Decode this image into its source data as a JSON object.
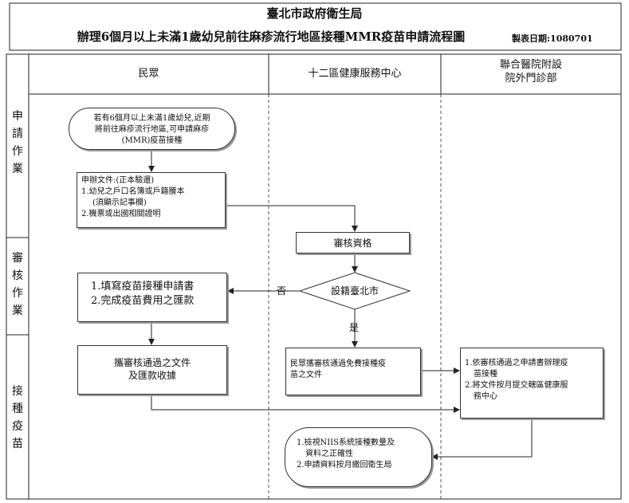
{
  "header": {
    "org": "臺北市政府衛生局",
    "title": "辦理6個月以上未滿1歲幼兒前往麻疹流行地區接種MMR疫苗申請流程圖",
    "date": "製表日期:1080701"
  },
  "lanes": {
    "public": "民眾",
    "center": "十二區健康服務中心",
    "hospital_line1": "聯合醫院附設",
    "hospital_line2": "院外門診部"
  },
  "phases": {
    "apply": "申請作業",
    "review": "審核作業",
    "vaccinate": "接種疫苗"
  },
  "nodes": {
    "start": {
      "line1": "若有6個月以上未滿1歲幼兒,近期",
      "line2": "將前往麻疹流行地區,可申請麻疹",
      "line3": "(MMR)疫苗接種"
    },
    "documents": {
      "line1": "申辦文件:(正本驗還)",
      "line2": "1.幼兒之戶口名簿或戶籍謄本",
      "line3": "(須顯示記事欄)",
      "line4": "2.機票或出國相關證明"
    },
    "review": {
      "label": "審核資格"
    },
    "decision": {
      "label": "設籍臺北市"
    },
    "fill_form": {
      "line1": "1.填寫疫苗接種申請書",
      "line2": "2.完成疫苗費用之匯款"
    },
    "carry_docs": {
      "line1": "攜審核通過之文件",
      "line2": "及匯款收據"
    },
    "carry_free": {
      "line1": "民眾攜審核通過免費接種疫",
      "line2": "苗之文件"
    },
    "hospital": {
      "line1": "1.依審核通過之申請書辦理疫",
      "line2": "苗接種",
      "line3": "2.將文件按月提交轄區健康服",
      "line4": "務中心"
    },
    "end": {
      "line1": "1.檢視NIIS系統接種數量及",
      "line2": "資料之正確性",
      "line3": "2.申請資料按月繳回衛生局"
    }
  },
  "edge_labels": {
    "no": "否",
    "yes": "是"
  },
  "colors": {
    "line": "#222222",
    "shadow": "#999999"
  }
}
